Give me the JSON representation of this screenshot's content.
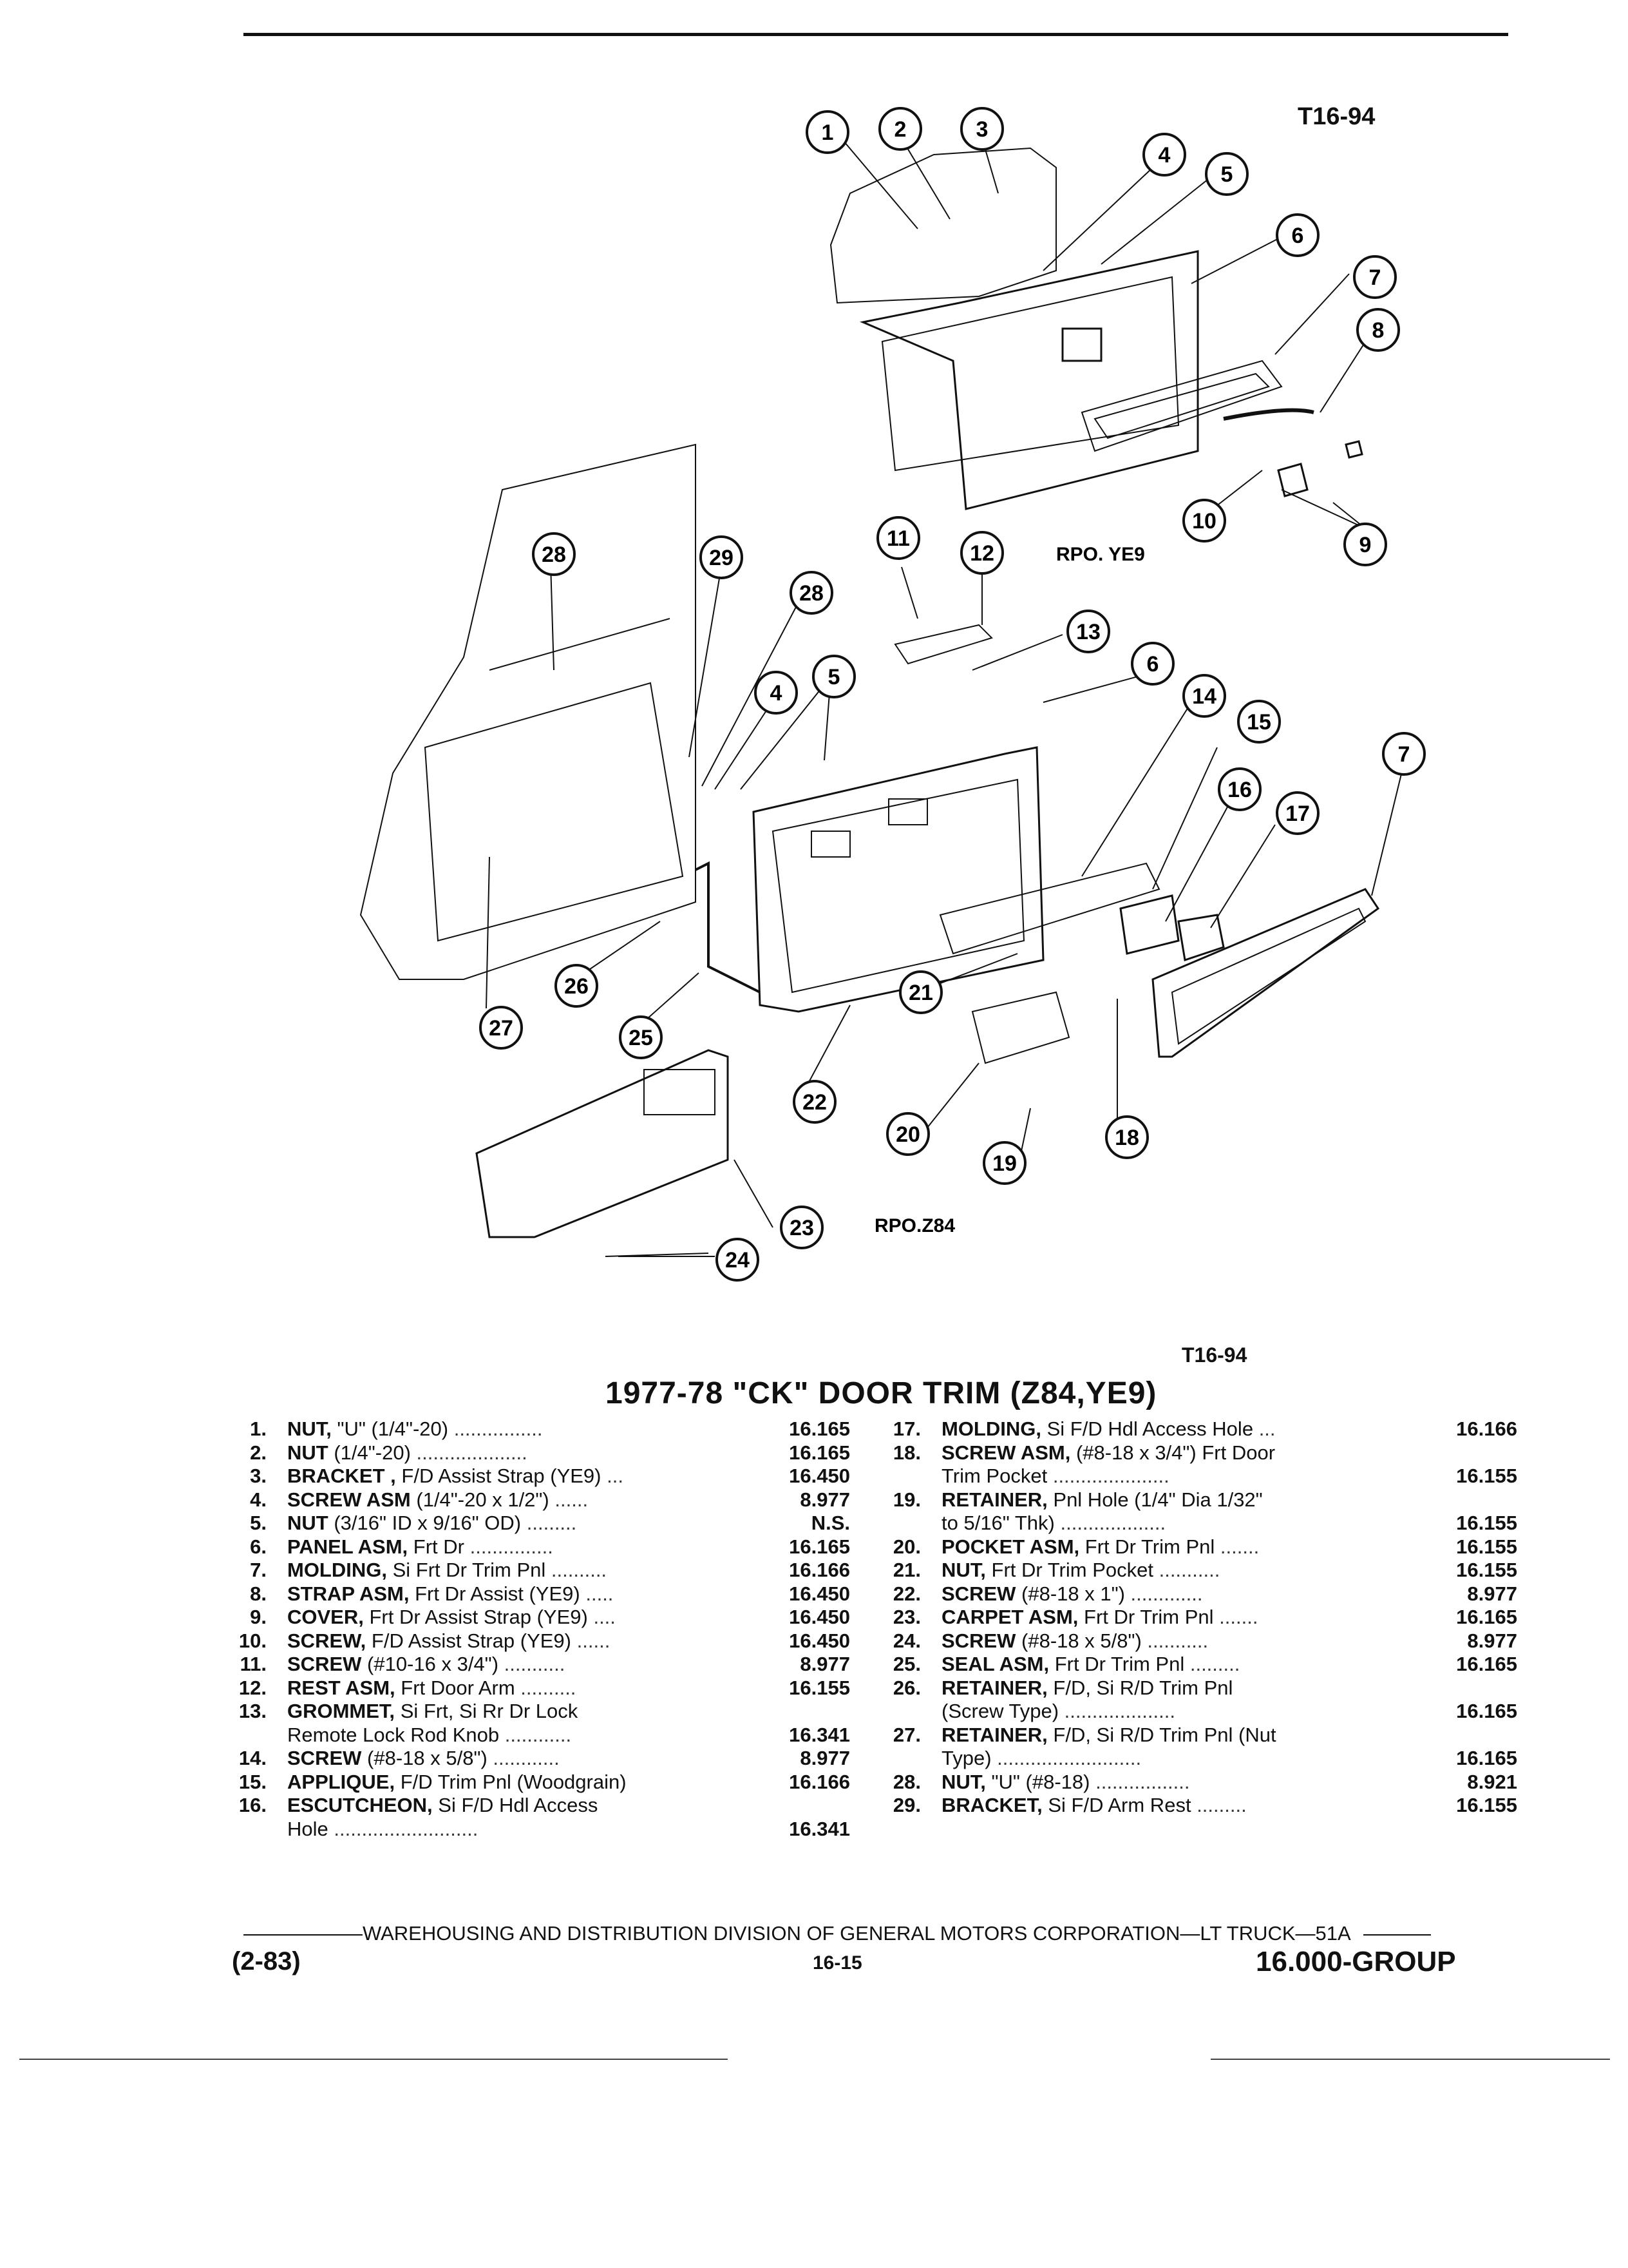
{
  "figure_code_top": "T16-94",
  "figure_code_bottom": "T16-94",
  "rpo_labels": {
    "upper": "RPO. YE9",
    "lower": "RPO.Z84"
  },
  "callouts": [
    "1",
    "2",
    "3",
    "4",
    "5",
    "6",
    "7",
    "8",
    "9",
    "10",
    "11",
    "12",
    "13",
    "6",
    "14",
    "15",
    "16",
    "17",
    "7",
    "28",
    "29",
    "28",
    "4",
    "5",
    "26",
    "27",
    "25",
    "21",
    "22",
    "20",
    "19",
    "18",
    "23",
    "24"
  ],
  "title": "1977-78 \"CK\" DOOR TRIM (Z84,YE9)",
  "parts_left": [
    {
      "num": "1.",
      "name": "NUT,",
      "spec": "\"U\" (1/4\"-20)",
      "dots": "................",
      "code": "16.165"
    },
    {
      "num": "2.",
      "name": "NUT",
      "spec": "(1/4\"-20)",
      "dots": "....................",
      "code": "16.165"
    },
    {
      "num": "3.",
      "name": "BRACKET ,",
      "spec": "F/D Assist Strap (YE9)",
      "dots": "...",
      "code": "16.450"
    },
    {
      "num": "4.",
      "name": "SCREW ASM",
      "spec": "(1/4\"-20 x 1/2\")",
      "dots": "......",
      "code": "8.977"
    },
    {
      "num": "5.",
      "name": "NUT",
      "spec": "(3/16\" ID x 9/16\" OD)",
      "dots": ".........",
      "code": "N.S."
    },
    {
      "num": "6.",
      "name": "PANEL ASM,",
      "spec": "Frt Dr",
      "dots": "...............",
      "code": "16.165"
    },
    {
      "num": "7.",
      "name": "MOLDING,",
      "spec": "Si Frt Dr Trim Pnl",
      "dots": "..........",
      "code": "16.166"
    },
    {
      "num": "8.",
      "name": "STRAP ASM,",
      "spec": "Frt Dr Assist (YE9)",
      "dots": ".....",
      "code": "16.450"
    },
    {
      "num": "9.",
      "name": "COVER,",
      "spec": "Frt Dr Assist Strap (YE9)",
      "dots": "....",
      "code": "16.450"
    },
    {
      "num": "10.",
      "name": "SCREW,",
      "spec": "F/D Assist Strap (YE9)",
      "dots": "......",
      "code": "16.450"
    },
    {
      "num": "11.",
      "name": "SCREW",
      "spec": "(#10-16 x 3/4\")",
      "dots": "...........",
      "code": "8.977"
    },
    {
      "num": "12.",
      "name": "REST ASM,",
      "spec": "Frt Door Arm",
      "dots": "..........",
      "code": "16.155"
    },
    {
      "num": "13.",
      "name": "GROMMET,",
      "spec": "Si Frt, Si Rr Dr Lock",
      "cont": "Remote Lock Rod Knob",
      "dots": "............",
      "code": "16.341"
    },
    {
      "num": "14.",
      "name": "SCREW",
      "spec": "(#8-18 x 5/8\")",
      "dots": "............",
      "code": "8.977"
    },
    {
      "num": "15.",
      "name": "APPLIQUE,",
      "spec": "F/D Trim Pnl (Woodgrain)",
      "dots": "",
      "code": "16.166"
    },
    {
      "num": "16.",
      "name": "ESCUTCHEON,",
      "spec": "Si F/D Hdl Access",
      "cont": "Hole",
      "dots": "..........................",
      "code": "16.341"
    }
  ],
  "parts_right": [
    {
      "num": "17.",
      "name": "MOLDING,",
      "spec": "Si F/D Hdl Access Hole",
      "dots": "...",
      "code": "16.166"
    },
    {
      "num": "18.",
      "name": "SCREW ASM,",
      "spec": "(#8-18 x 3/4\") Frt Door",
      "cont": "Trim Pocket",
      "dots": ".....................",
      "code": "16.155"
    },
    {
      "num": "19.",
      "name": "RETAINER,",
      "spec": "Pnl Hole (1/4\" Dia 1/32\"",
      "cont": "to 5/16\" Thk)",
      "dots": "...................",
      "code": "16.155"
    },
    {
      "num": "20.",
      "name": "POCKET ASM,",
      "spec": "Frt Dr Trim Pnl",
      "dots": ".......",
      "code": "16.155"
    },
    {
      "num": "21.",
      "name": "NUT,",
      "spec": "Frt Dr Trim Pocket",
      "dots": "...........",
      "code": "16.155"
    },
    {
      "num": "22.",
      "name": "SCREW",
      "spec": "(#8-18 x 1\")",
      "dots": ".............",
      "code": "8.977"
    },
    {
      "num": "23.",
      "name": "CARPET ASM,",
      "spec": "Frt Dr Trim Pnl",
      "dots": ".......",
      "code": "16.165"
    },
    {
      "num": "24.",
      "name": "SCREW",
      "spec": "(#8-18 x 5/8\")",
      "dots": "...........",
      "code": "8.977"
    },
    {
      "num": "25.",
      "name": "SEAL ASM,",
      "spec": "Frt Dr Trim Pnl",
      "dots": ".........",
      "code": "16.165"
    },
    {
      "num": "26.",
      "name": "RETAINER,",
      "spec": "F/D, Si R/D Trim Pnl",
      "cont": "(Screw Type)",
      "dots": "....................",
      "code": "16.165"
    },
    {
      "num": "27.",
      "name": "RETAINER,",
      "spec": "F/D, Si R/D Trim Pnl (Nut",
      "cont": "Type)",
      "dots": "..........................",
      "code": "16.165"
    },
    {
      "num": "28.",
      "name": "NUT,",
      "spec": "\"U\" (#8-18)",
      "dots": ".................",
      "code": "8.921"
    },
    {
      "num": "29.",
      "name": "BRACKET,",
      "spec": "Si F/D Arm Rest",
      "dots": ".........",
      "code": "16.155"
    }
  ],
  "footer": {
    "division": "WAREHOUSING AND DISTRIBUTION DIVISION OF GENERAL MOTORS CORPORATION—LT TRUCK—51A",
    "date": "(2-83)",
    "page": "16-15",
    "group": "16.000-GROUP"
  }
}
